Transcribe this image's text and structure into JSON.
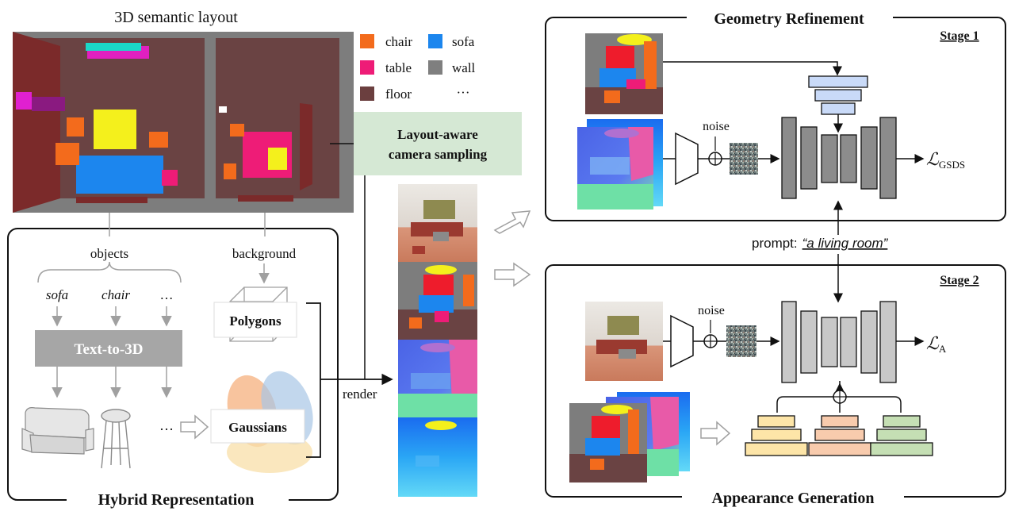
{
  "layout_panel": {
    "title": "3D semantic layout"
  },
  "legend": {
    "items": [
      {
        "label": "chair",
        "color": "#f36b1c"
      },
      {
        "label": "sofa",
        "color": "#1c86ee"
      },
      {
        "label": "table",
        "color": "#ee1c77"
      },
      {
        "label": "wall",
        "color": "#7f7f7f"
      },
      {
        "label": "floor",
        "color": "#6b3f3f"
      }
    ],
    "more": "···"
  },
  "camera_box": {
    "line1": "Layout-aware",
    "line2": "camera sampling"
  },
  "hybrid": {
    "title": "Hybrid Representation",
    "objects_label": "objects",
    "background_label": "background",
    "object_names": [
      "sofa",
      "chair",
      "…"
    ],
    "text_to_3d": "Text-to-3D",
    "polygons": "Polygons",
    "gaussians": "Gaussians",
    "ellipsis": "…"
  },
  "render_label": "render",
  "geometry": {
    "title": "Geometry Refinement",
    "stage": "Stage 1",
    "noise": "noise",
    "loss_main": "ℒ",
    "loss_sub": "GSDS"
  },
  "prompt": {
    "prefix": "prompt:",
    "text": "“a living room”"
  },
  "appearance": {
    "title": "Appearance Generation",
    "stage": "Stage 2",
    "noise": "noise",
    "loss_main": "ℒ",
    "loss_sub": "A"
  },
  "colors": {
    "camera_box": "#d5e8d4",
    "unet_gray": "#8c8c8c",
    "unet_light": "#c8c8c8",
    "blue_pyramid": "#c9daf8",
    "yellow_pyramid": "#fde5a8",
    "orange_pyramid": "#f8cbad",
    "green_pyramid": "#c5dfb4"
  }
}
